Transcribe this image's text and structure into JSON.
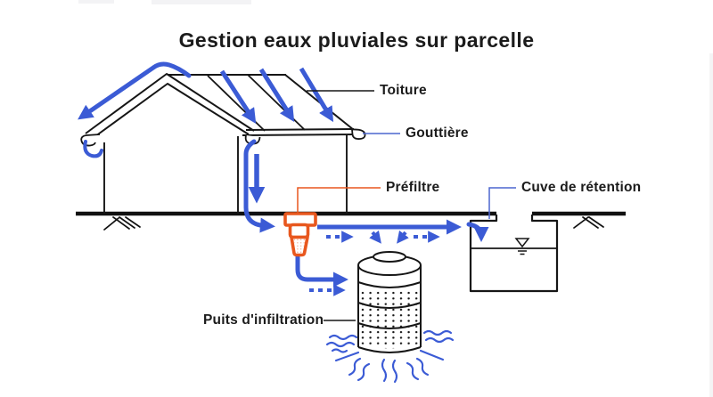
{
  "title": "Gestion eaux pluviales sur parcelle",
  "labels": {
    "toiture": "Toiture",
    "gouttiere": "Gouttière",
    "prefiltre": "Préfiltre",
    "cuve": "Cuve de rétention",
    "puits": "Puits d'infiltration"
  },
  "colors": {
    "flow_blue": "#3B5BD5",
    "prefilter_orange": "#E8571E",
    "line_black": "#1B1B1B"
  },
  "symbols": {
    "water_level": "inverted-triangle-with-level-dashes",
    "soil": "diagonal-ground-hatch",
    "infiltration": "radiating-wave-strokes",
    "flow": "blue-arrows-solid-and-dashed"
  }
}
